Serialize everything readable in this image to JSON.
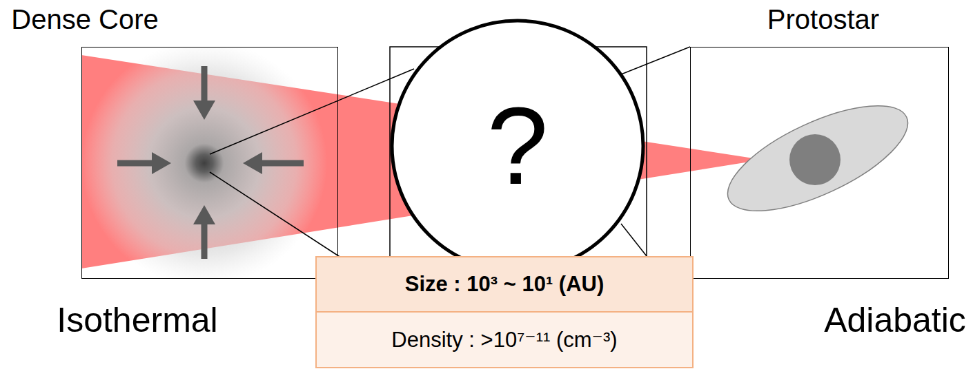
{
  "diagram": {
    "nodes": [
      {
        "text": [
          "Dense Core",
          "Isothermal"
        ]
      },
      {
        "text": [
          "?"
        ]
      },
      {
        "text": [
          "Protostar",
          "Adiabatic"
        ]
      },
      {
        "text": [
          "Size : 10³ ~ 10¹ (AU)"
        ]
      },
      {
        "text": [
          "Density : >10⁷⁻¹¹ (cm⁻³)"
        ]
      }
    ]
  }
}
